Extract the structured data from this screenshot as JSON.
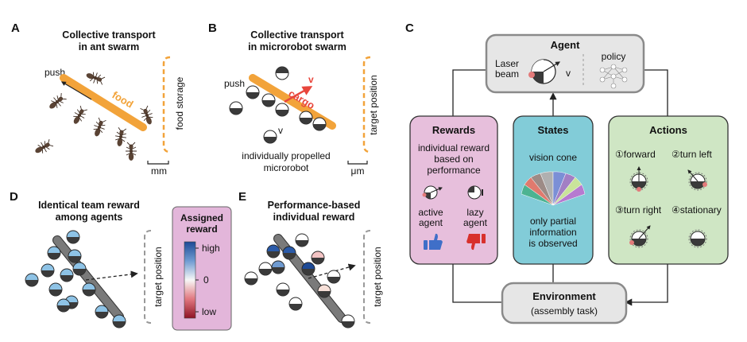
{
  "panel_labels": {
    "a": "A",
    "b": "B",
    "c": "C",
    "d": "D",
    "e": "E"
  },
  "panel_a": {
    "title_line1": "Collective transport",
    "title_line2": "in ant swarm",
    "push": "push",
    "food": "food",
    "food_storage": "food storage",
    "scale": "mm"
  },
  "panel_b": {
    "title_line1": "Collective transport",
    "title_line2": "in microrobot swarm",
    "push": "push",
    "cargo": "cargo",
    "velocity": "v",
    "robot_v": "v",
    "target": "target position",
    "caption_line1": "individually propelled",
    "caption_line2": "microrobot",
    "scale": "μm"
  },
  "panel_c": {
    "agent": {
      "title": "Agent",
      "laser_line1": "Laser",
      "laser_line2": "beam",
      "v": "v",
      "policy": "policy"
    },
    "rewards": {
      "title": "Rewards",
      "line1": "individual reward",
      "line2": "based on",
      "line3": "performance",
      "active1": "active",
      "active2": "agent",
      "lazy1": "lazy",
      "lazy2": "agent"
    },
    "states": {
      "title": "States",
      "vision": "vision cone",
      "line1": "only partial",
      "line2": "information",
      "line3": "is observed"
    },
    "actions": {
      "title": "Actions",
      "forward": "①forward",
      "turn_left": "②turn left",
      "turn_right": "③turn right",
      "stationary": "④stationary"
    },
    "environment": {
      "title": "Environment",
      "subtitle": "(assembly task)"
    }
  },
  "panel_d": {
    "title_line1": "Identical team reward",
    "title_line2": "among agents",
    "target": "target position"
  },
  "legend": {
    "title_line1": "Assigned",
    "title_line2": "reward",
    "high": "high",
    "zero": "0",
    "low": "low"
  },
  "panel_e": {
    "title_line1": "Performance-based",
    "title_line2": "individual reward",
    "target": "target position"
  },
  "colors": {
    "food_orange": "#f2a33a",
    "cargo_red": "#e8463c",
    "rewards_bg": "#e7bfdc",
    "states_bg": "#82ccd8",
    "actions_bg": "#cfe6c4",
    "box_gray": "#e6e6e6",
    "rod_gray": "#7a7a7a",
    "legend_bg": "#e3b6da",
    "high_blue": "#2a5aa8",
    "low_red": "#a51f2f",
    "thumb_up": "#3f6fc8",
    "thumb_down": "#d8302c"
  },
  "icons": [
    "ant-icon",
    "microrobot-icon",
    "neural-network-icon",
    "thumbs-up-icon",
    "thumbs-down-icon",
    "vision-cone-icon"
  ]
}
